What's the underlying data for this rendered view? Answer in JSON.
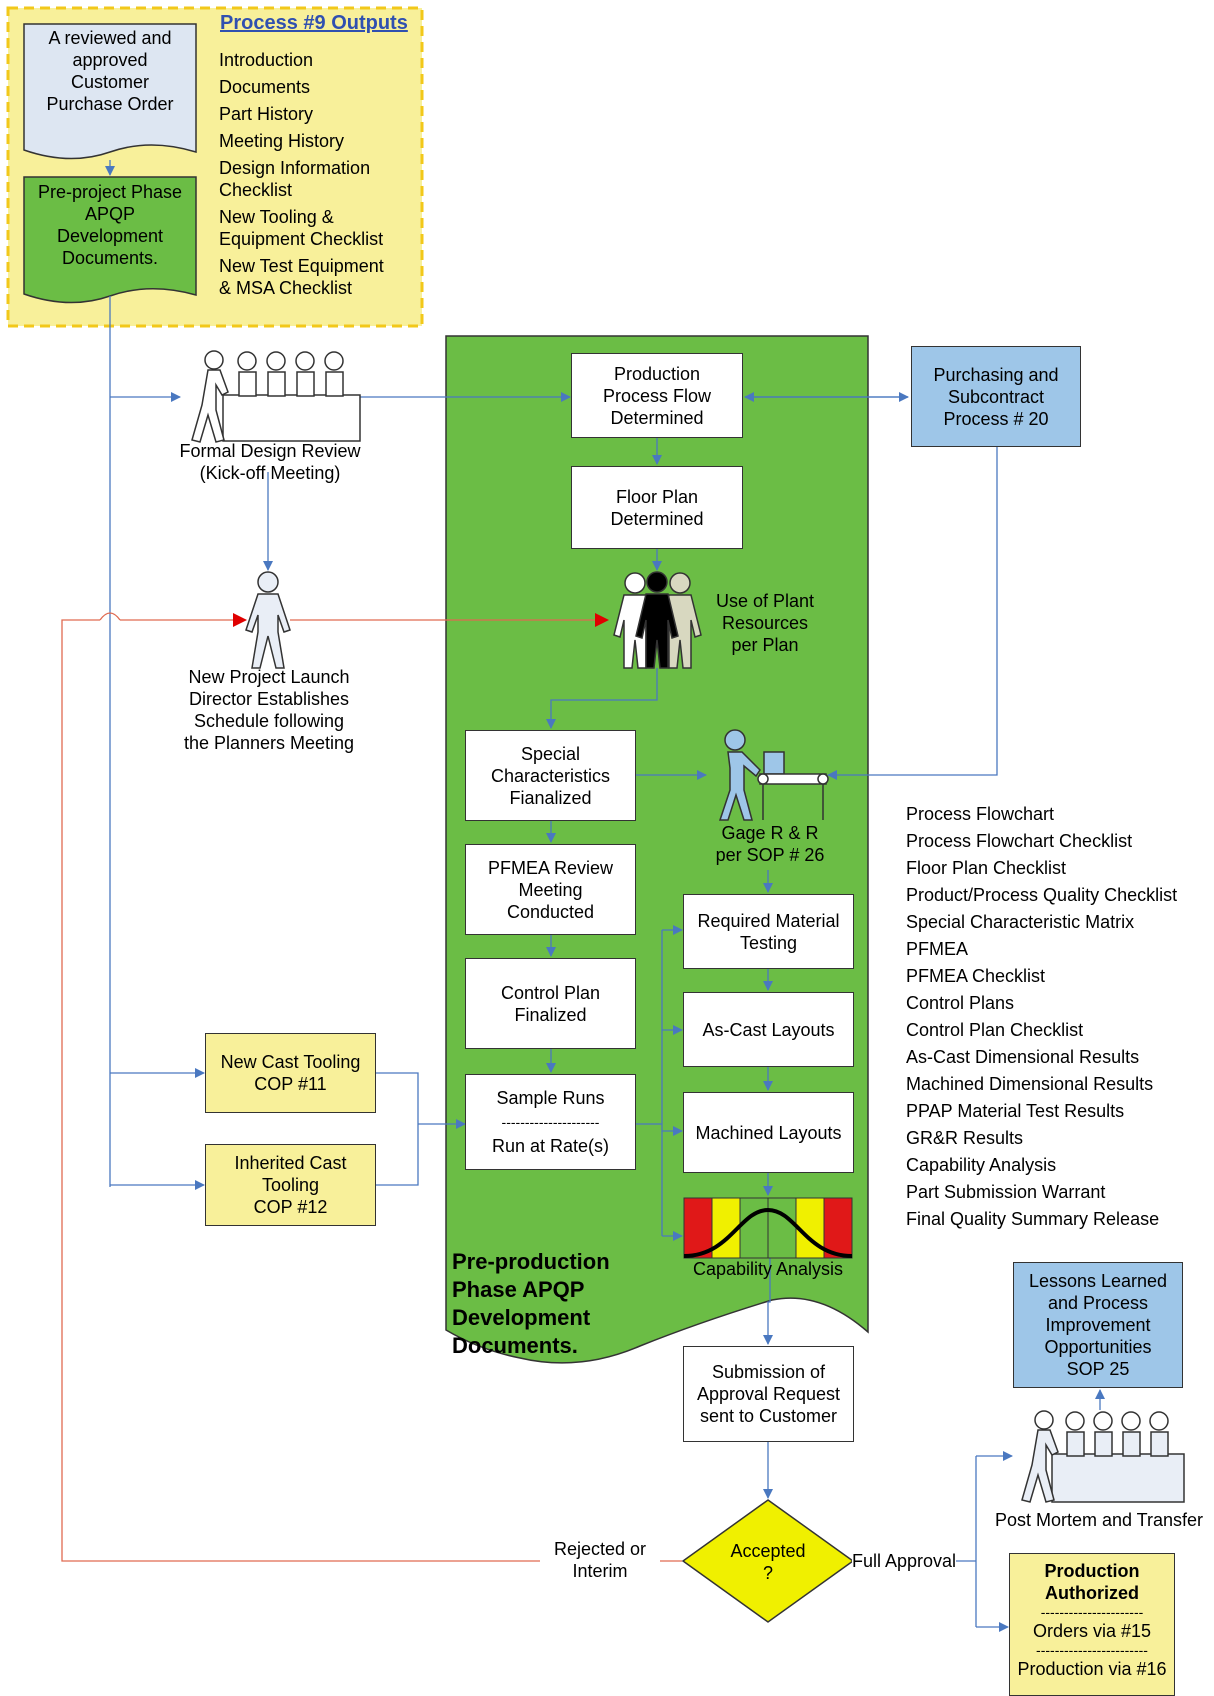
{
  "process9": {
    "title": "Process #9 Outputs",
    "items": [
      "Introduction",
      "Documents",
      "Part History",
      "Meeting History",
      "Design Information\nChecklist",
      "New Tooling &\nEquipment Checklist",
      "New Test Equipment\n& MSA Checklist"
    ],
    "purchase_order": "A reviewed and\napproved\nCustomer\nPurchase Order",
    "preproject_docs": "Pre-project Phase\nAPQP\nDevelopment\nDocuments."
  },
  "nodes": {
    "formal_review": "Formal Design Review\n(Kick-off Meeting)",
    "launch_director": "New Project Launch\nDirector Establishes\nSchedule following\nthe Planners Meeting",
    "production_flow": "Production\nProcess Flow\nDetermined",
    "floor_plan": "Floor Plan\nDetermined",
    "plant_resources": "Use of Plant\nResources\nper Plan",
    "purchasing": "Purchasing and\nSubcontract\nProcess # 20",
    "special_chars": "Special\nCharacteristics\nFianalized",
    "gage_rr": "Gage R & R\nper SOP # 26",
    "pfmea": "PFMEA Review\nMeeting\nConducted",
    "control_plan": "Control Plan\nFinalized",
    "sample_runs_top": "Sample Runs",
    "sample_runs_sep": "---------------------",
    "sample_runs_bottom": "Run at Rate(s)",
    "material_testing": "Required Material\nTesting",
    "as_cast": "As-Cast Layouts",
    "machined": "Machined Layouts",
    "capability": "Capability Analysis",
    "new_cast": "New Cast Tooling\nCOP #11",
    "inherited_cast": "Inherited Cast\nTooling\nCOP #12",
    "preproduction_docs": "Pre-production\nPhase APQP\nDevelopment\nDocuments.",
    "submission": "Submission of\nApproval Request\nsent to Customer",
    "accepted": "Accepted\n?",
    "rejected": "Rejected or\nInterim",
    "full_approval": "Full Approval",
    "lessons": "Lessons Learned\nand Process\nImprovement\nOpportunities\nSOP 25",
    "post_mortem": "Post Mortem and Transfer",
    "prod_auth_title": "Production\nAuthorized",
    "prod_auth_sep1": "----------------------",
    "prod_auth_orders": "Orders via #15",
    "prod_auth_sep2": "------------------------",
    "prod_auth_production": "Production via #16"
  },
  "outputs_list": [
    "Process Flowchart",
    "Process Flowchart Checklist",
    "Floor Plan Checklist",
    "Product/Process Quality Checklist",
    "Special Characteristic Matrix",
    "PFMEA",
    "PFMEA Checklist",
    "Control Plans",
    "Control Plan Checklist",
    "As-Cast Dimensional Results",
    "Machined Dimensional Results",
    "PPAP Material Test Results",
    "GR&R Results",
    "Capability Analysis",
    "Part Submission Warrant",
    "Final Quality Summary Release"
  ],
  "colors": {
    "green": "#6bbd45",
    "yellow": "#f8f09a",
    "diamond": "#f0f000",
    "blue": "#9ec6e8",
    "arrow": "#4a78c0",
    "reject_line": "#e06a50",
    "red_arrow": "#e00000",
    "title_blue": "#3050b0",
    "dash_yellow": "#f2c81a"
  }
}
